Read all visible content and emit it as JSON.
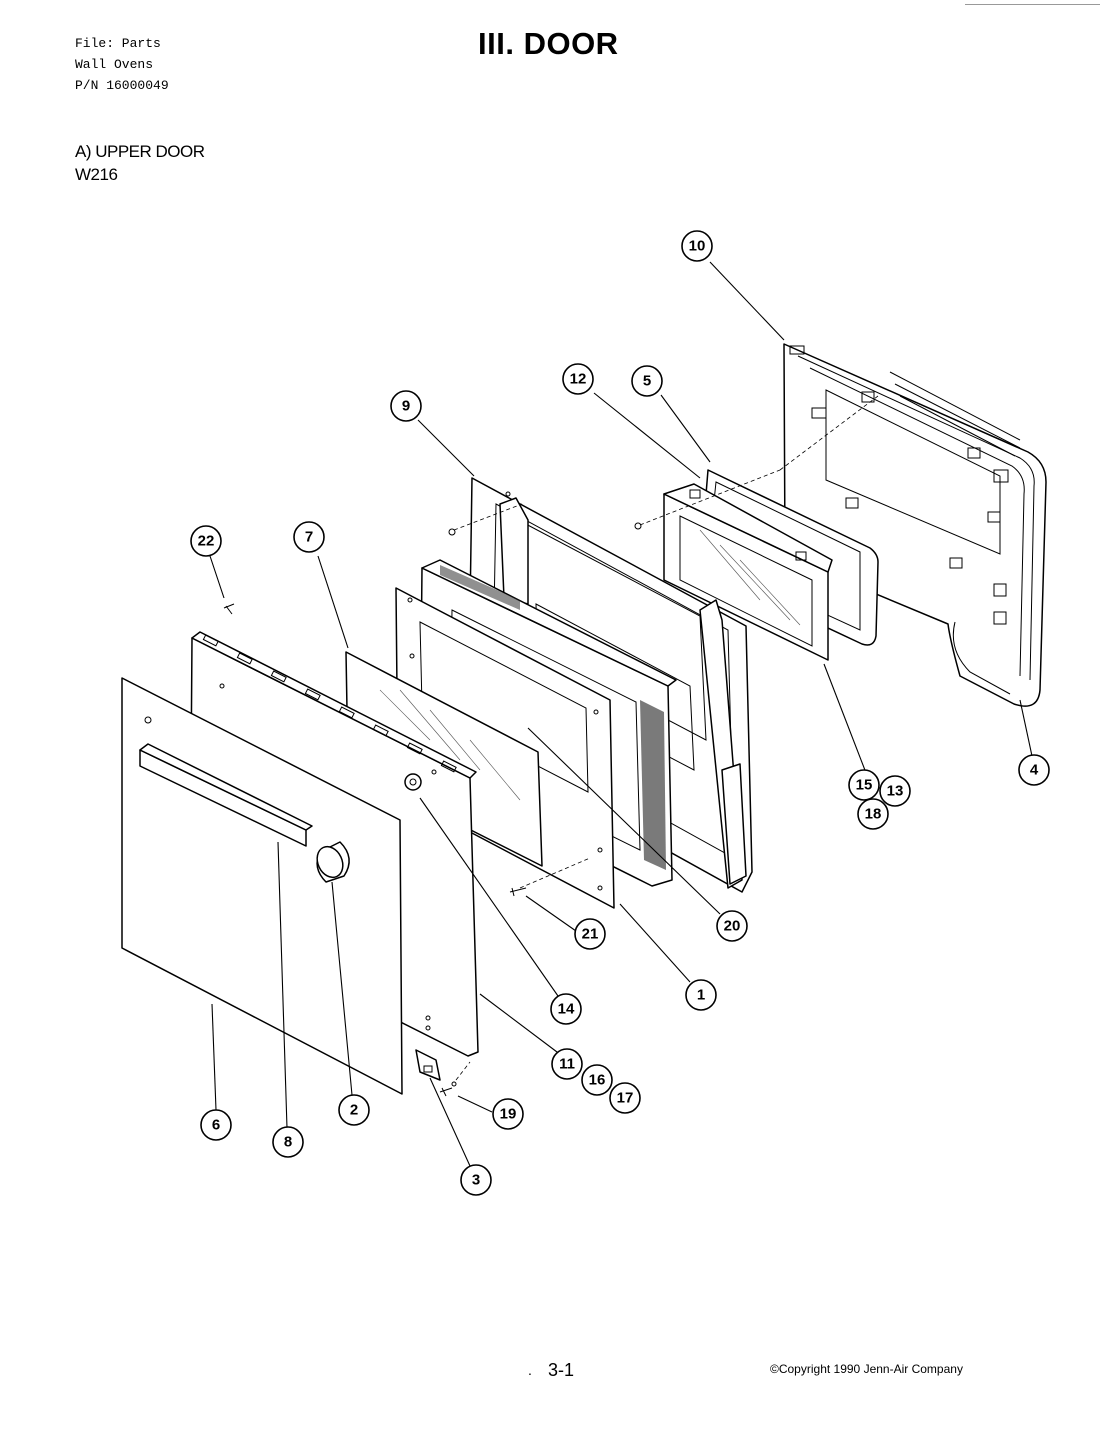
{
  "header": {
    "file_lines": [
      "File: Parts",
      "Wall Ovens",
      "P/N 16000049"
    ],
    "title": "III. DOOR"
  },
  "section": {
    "heading": "A) UPPER DOOR",
    "model": "W216"
  },
  "callouts": {
    "c1": "1",
    "c2": "2",
    "c3": "3",
    "c4": "4",
    "c5": "5",
    "c6": "6",
    "c7": "7",
    "c8": "8",
    "c9": "9",
    "c10": "10",
    "c11": "11",
    "c12": "12",
    "c13": "13",
    "c14": "14",
    "c15": "15",
    "c16": "16",
    "c17": "17",
    "c18": "18",
    "c19": "19",
    "c20": "20",
    "c21": "21",
    "c22": "22"
  },
  "footer": {
    "page_marker": ".",
    "page_number": "3-1",
    "copyright": "©Copyright 1990 Jenn-Air Company"
  }
}
